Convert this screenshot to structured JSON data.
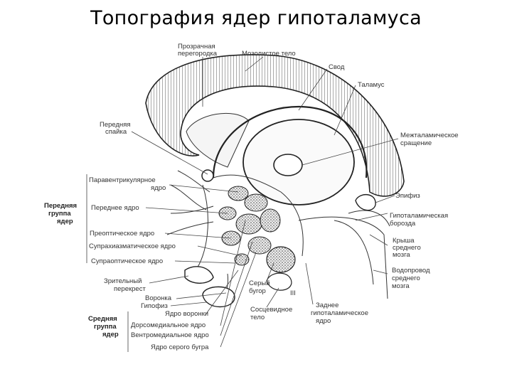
{
  "title": "Топография ядер гипоталамуса",
  "labels": {
    "septum_line1": "Прозрачная",
    "septum_line2": "перегородка",
    "corpus_callosum": "Мозолистое тело",
    "fornix": "Свод",
    "thalamus": "Таламус",
    "anterior_commissure_line1": "Передняя",
    "anterior_commissure_line2": "спайка",
    "interthalamic_line1": "Межталамическое",
    "interthalamic_line2": "сращение",
    "paraventricular_line1": "Паравентрикулярное",
    "paraventricular_line2": "ядро",
    "epiphysis": "Эпифиз",
    "anterior_nucleus": "Переднее ядро",
    "hypothalamic_sulcus_line1": "Гипоталамическая",
    "hypothalamic_sulcus_line2": "борозда",
    "preoptic_nucleus": "Преоптическое ядро",
    "suprachiasmatic_nucleus": "Супрахиазматическое ядро",
    "tectum_line1": "Крыша",
    "tectum_line2": "среднего",
    "tectum_line3": "мозга",
    "supraoptic_nucleus": "Супраоптическое ядро",
    "aqueduct_line1": "Водопровод",
    "aqueduct_line2": "среднего",
    "aqueduct_line3": "мозга",
    "chiasm_line1": "Зрительный",
    "chiasm_line2": "перекрест",
    "tuber_line1": "Серый",
    "tuber_line2": "бугор",
    "infundibulum": "Воронка",
    "hypophysis": "Гипофиз",
    "infundibular_nucleus": "Ядро воронки",
    "mammillary_line1": "Сосцевидное",
    "mammillary_line2": "тело",
    "posterior_nucleus_line1": "Заднее",
    "posterior_nucleus_line2": "гипоталамическое",
    "posterior_nucleus_line3": "ядро",
    "dorsomedial_nucleus": "Дорсомедиальное ядро",
    "ventromedial_nucleus": "Вентромедиальное ядро",
    "tuberal_nucleus": "Ядро серого бугра",
    "nerve_iii": "III"
  },
  "groups": {
    "anterior_line1": "Передняя",
    "anterior_line2": "группа",
    "anterior_line3": "ядер",
    "middle_line1": "Средняя",
    "middle_line2": "группа",
    "middle_line3": "ядер"
  }
}
